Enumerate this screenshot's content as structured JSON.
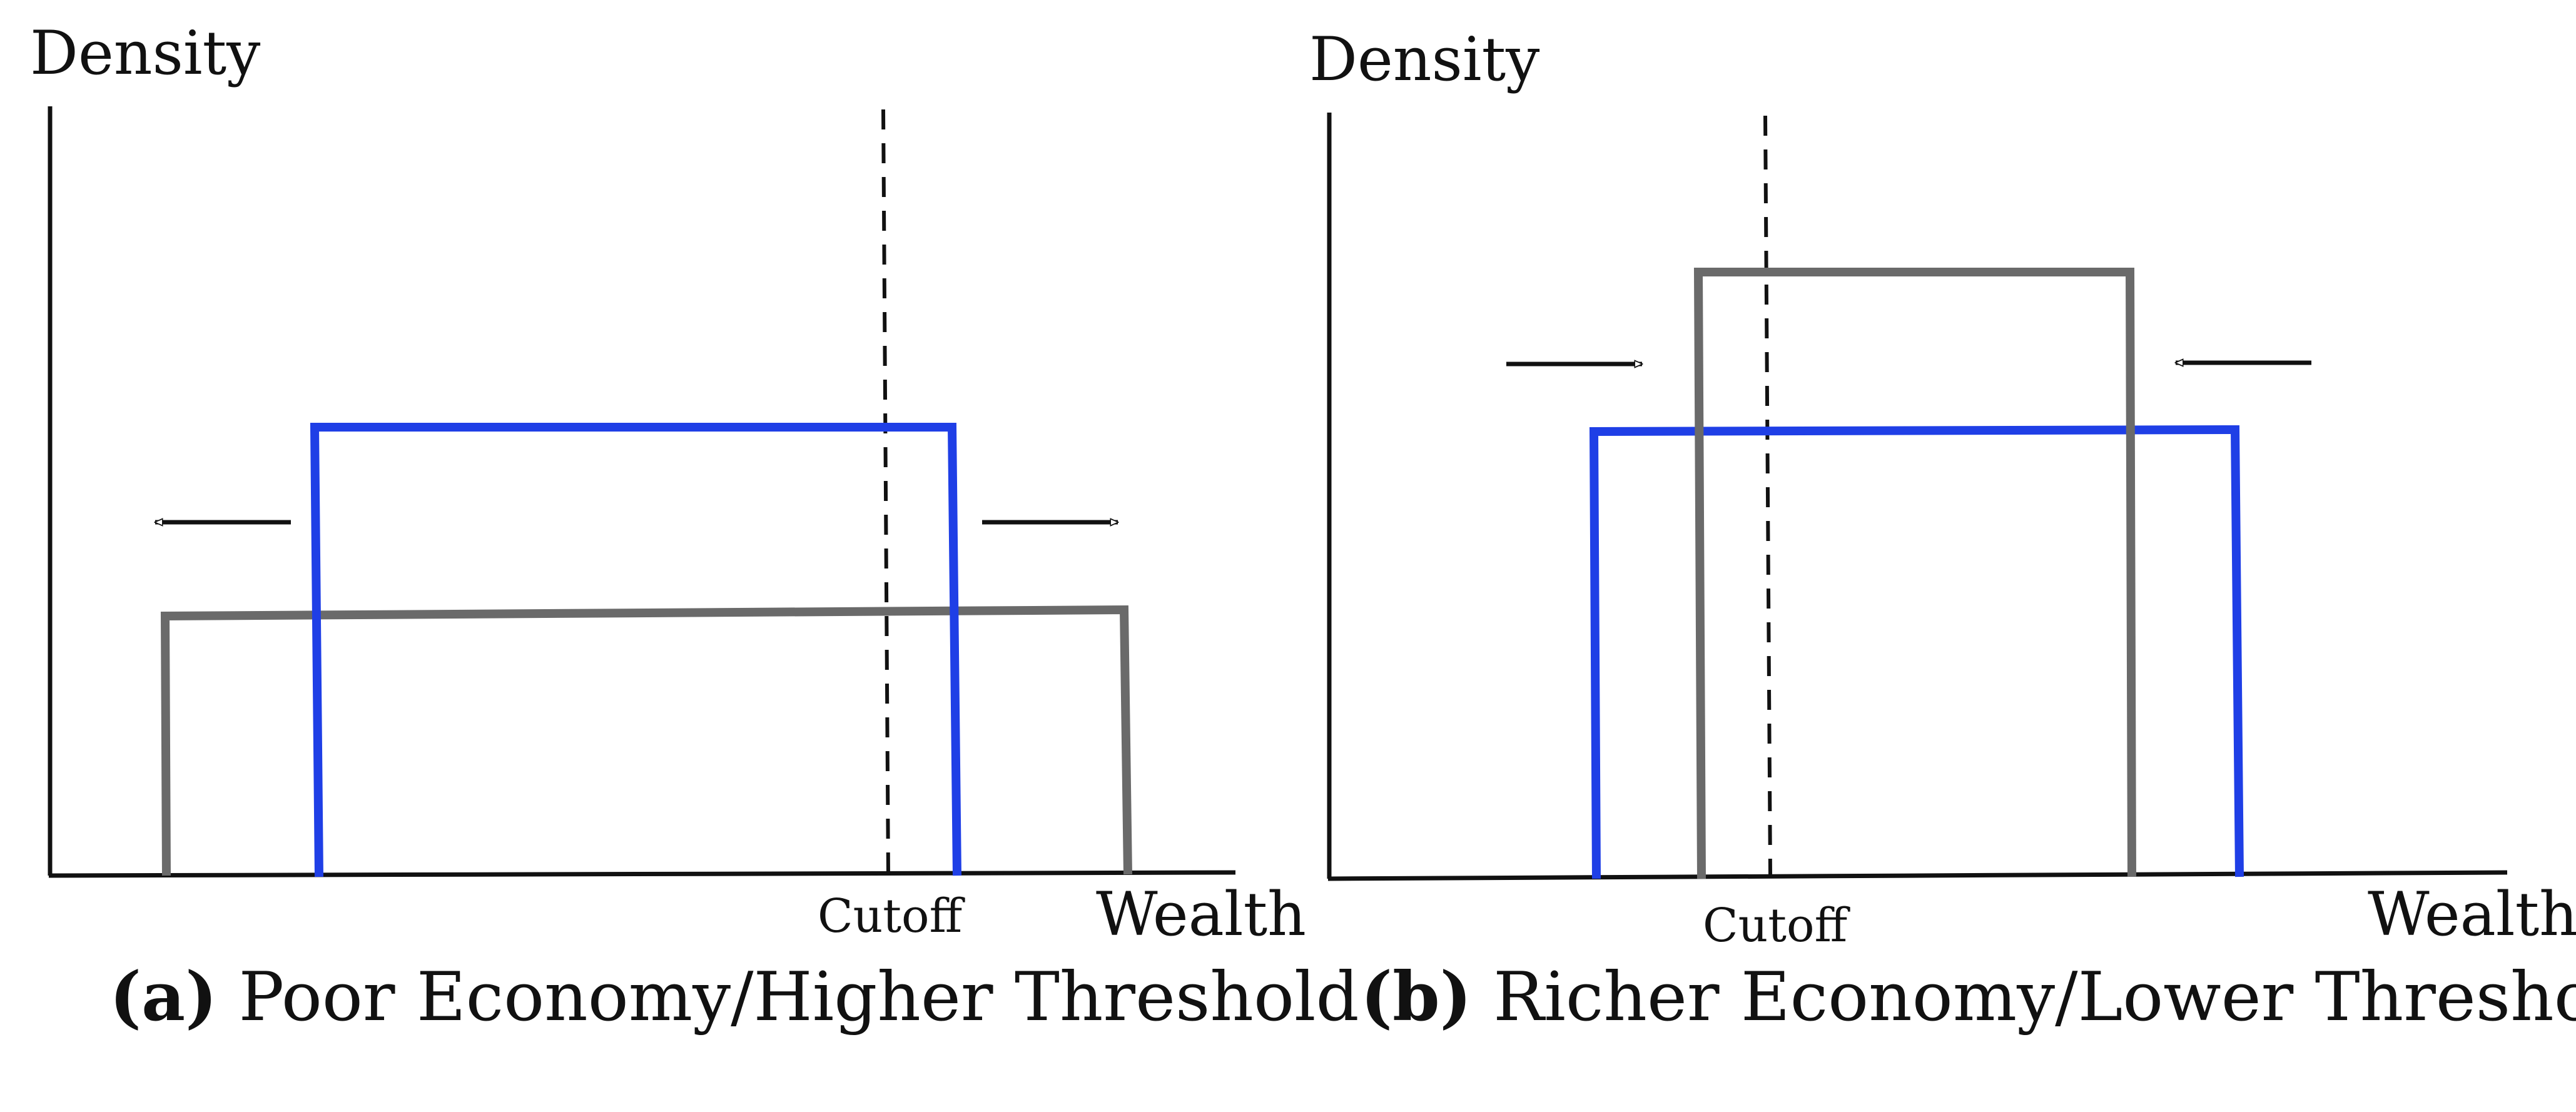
{
  "colors": {
    "blue": "#1f3fe6",
    "gray": "#6a6a6a",
    "axis": "#111111"
  },
  "panels": [
    {
      "id": "a",
      "y_label": "Density",
      "x_label": "Wealth",
      "cutoff_label": "Cutoff",
      "caption_letter": "(a)",
      "caption_text": "Poor Economy/Higher Threshold",
      "arrows": [
        "outward-left",
        "outward-right"
      ]
    },
    {
      "id": "b",
      "y_label": "Density",
      "x_label": "Wealth",
      "cutoff_label": "Cutoff",
      "caption_letter": "(b)",
      "caption_text": "Richer Economy/Lower Threshold",
      "arrows": [
        "inward-right",
        "inward-left"
      ]
    }
  ]
}
